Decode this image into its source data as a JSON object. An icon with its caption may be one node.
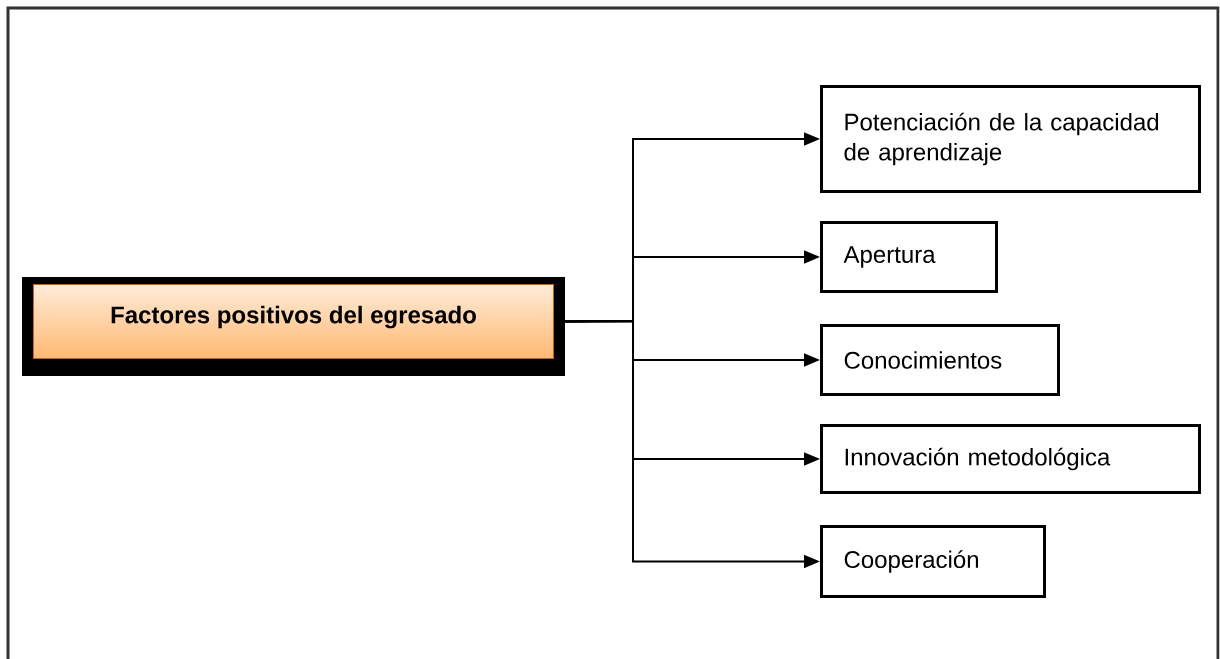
{
  "diagram": {
    "nodes": [
      {
        "text": [
          "Factores positivos del egresado"
        ]
      },
      {
        "text": [
          "Potenciación de la capacidad de aprendizaje"
        ]
      },
      {
        "text": [
          "Apertura"
        ]
      },
      {
        "text": [
          "Conocimientos"
        ]
      },
      {
        "text": [
          "Innovación metodológica"
        ]
      },
      {
        "text": [
          "Cooperación"
        ]
      }
    ],
    "edges": [
      {
        "from": 0,
        "to": 1,
        "arrow": "to"
      },
      {
        "from": 0,
        "to": 2,
        "arrow": "to"
      },
      {
        "from": 0,
        "to": 3,
        "arrow": "to"
      },
      {
        "from": 0,
        "to": 4,
        "arrow": "to"
      },
      {
        "from": 0,
        "to": 5,
        "arrow": "to"
      }
    ]
  }
}
